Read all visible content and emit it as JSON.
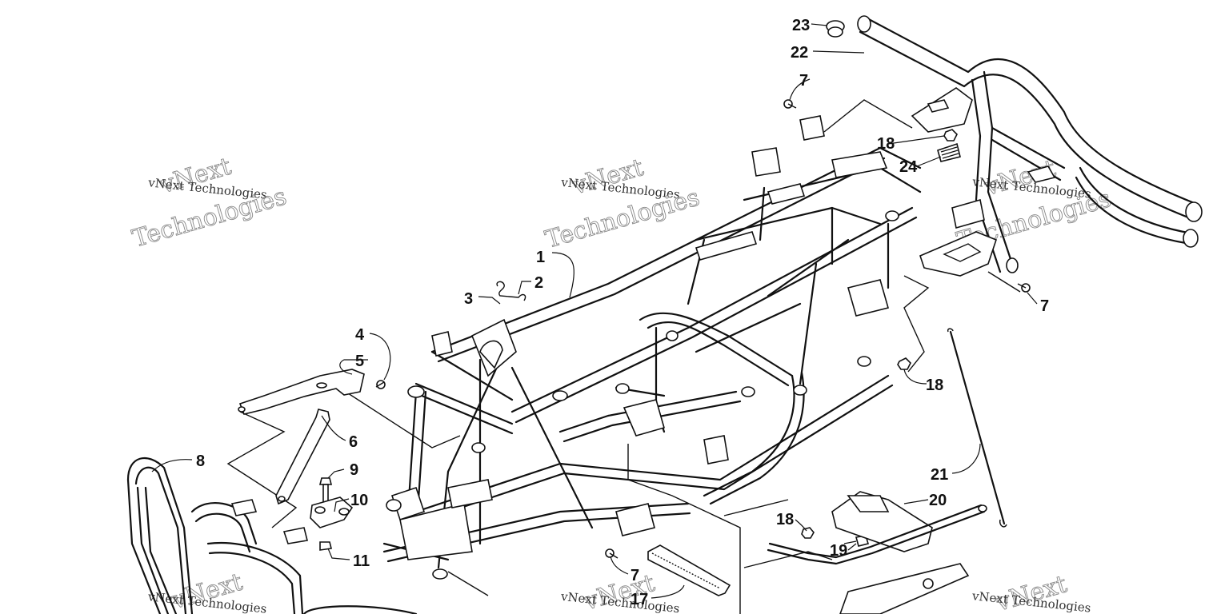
{
  "callouts": [
    {
      "id": "1",
      "label": "1"
    },
    {
      "id": "2",
      "label": "2"
    },
    {
      "id": "3",
      "label": "3"
    },
    {
      "id": "4",
      "label": "4"
    },
    {
      "id": "5",
      "label": "5"
    },
    {
      "id": "6",
      "label": "6"
    },
    {
      "id": "7a",
      "label": "7"
    },
    {
      "id": "7b",
      "label": "7"
    },
    {
      "id": "7c",
      "label": "7"
    },
    {
      "id": "8",
      "label": "8"
    },
    {
      "id": "9",
      "label": "9"
    },
    {
      "id": "10",
      "label": "10"
    },
    {
      "id": "11",
      "label": "11"
    },
    {
      "id": "17",
      "label": "17"
    },
    {
      "id": "18a",
      "label": "18"
    },
    {
      "id": "18b",
      "label": "18"
    },
    {
      "id": "18c",
      "label": "18"
    },
    {
      "id": "19",
      "label": "19"
    },
    {
      "id": "20",
      "label": "20"
    },
    {
      "id": "21",
      "label": "21"
    },
    {
      "id": "22",
      "label": "22"
    },
    {
      "id": "23",
      "label": "23"
    },
    {
      "id": "24",
      "label": "24"
    }
  ],
  "watermark": {
    "line1": "vNext",
    "line2": "vNext Technologies",
    "line3": "Technologies"
  },
  "colors": {
    "ink": "#111111",
    "background": "#ffffff",
    "watermark": "#888888"
  }
}
